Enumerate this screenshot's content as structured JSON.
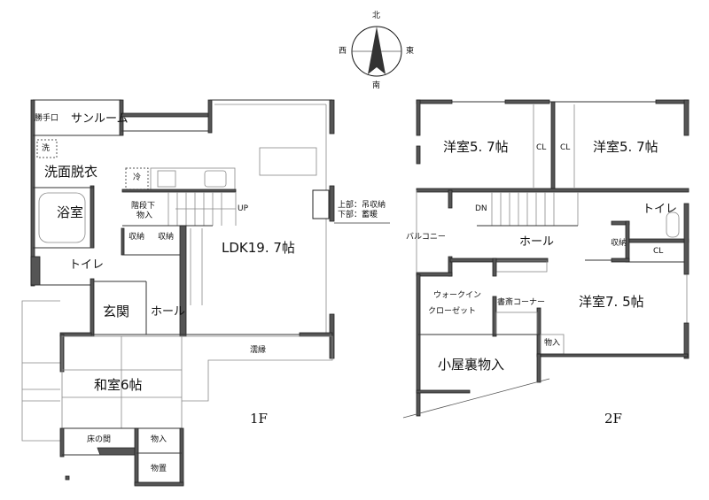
{
  "compass": {
    "north": "北",
    "south": "南",
    "east": "東",
    "west": "西"
  },
  "floor1": {
    "title": "1F",
    "rooms": {
      "back_door": "勝手口",
      "sunroom": "サンルーム",
      "washer": "洗",
      "washroom": "洗面脱衣",
      "bathroom": "浴室",
      "toilet": "トイレ",
      "fridge": "冷",
      "understairs_storage_1": "階段下",
      "understairs_storage_2": "物入",
      "up": "UP",
      "storage_a": "収納",
      "storage_b": "収納",
      "ldk": "LDK19. 7帖",
      "upper_note": "上部：吊収納",
      "lower_note": "下部：蓄暖",
      "entrance": "玄関",
      "hall": "ホール",
      "veranda": "濡縁",
      "japanese_room": "和室6帖",
      "tokonoma": "床の間",
      "closet": "物入",
      "shed": "物置"
    }
  },
  "floor2": {
    "title": "2F",
    "rooms": {
      "western_room_1": "洋室5. 7帖",
      "western_room_2": "洋室5. 7帖",
      "cl_1": "CL",
      "cl_2": "CL",
      "down": "DN",
      "balcony": "バルコニー",
      "hall": "ホール",
      "toilet": "トイレ",
      "storage": "収納",
      "cl_3": "CL",
      "walkin_1": "ウォークイン",
      "walkin_2": "クローゼット",
      "study": "書斎コーナー",
      "western_room_3": "洋室7. 5帖",
      "closet": "物入",
      "attic": "小屋裏物入"
    }
  }
}
